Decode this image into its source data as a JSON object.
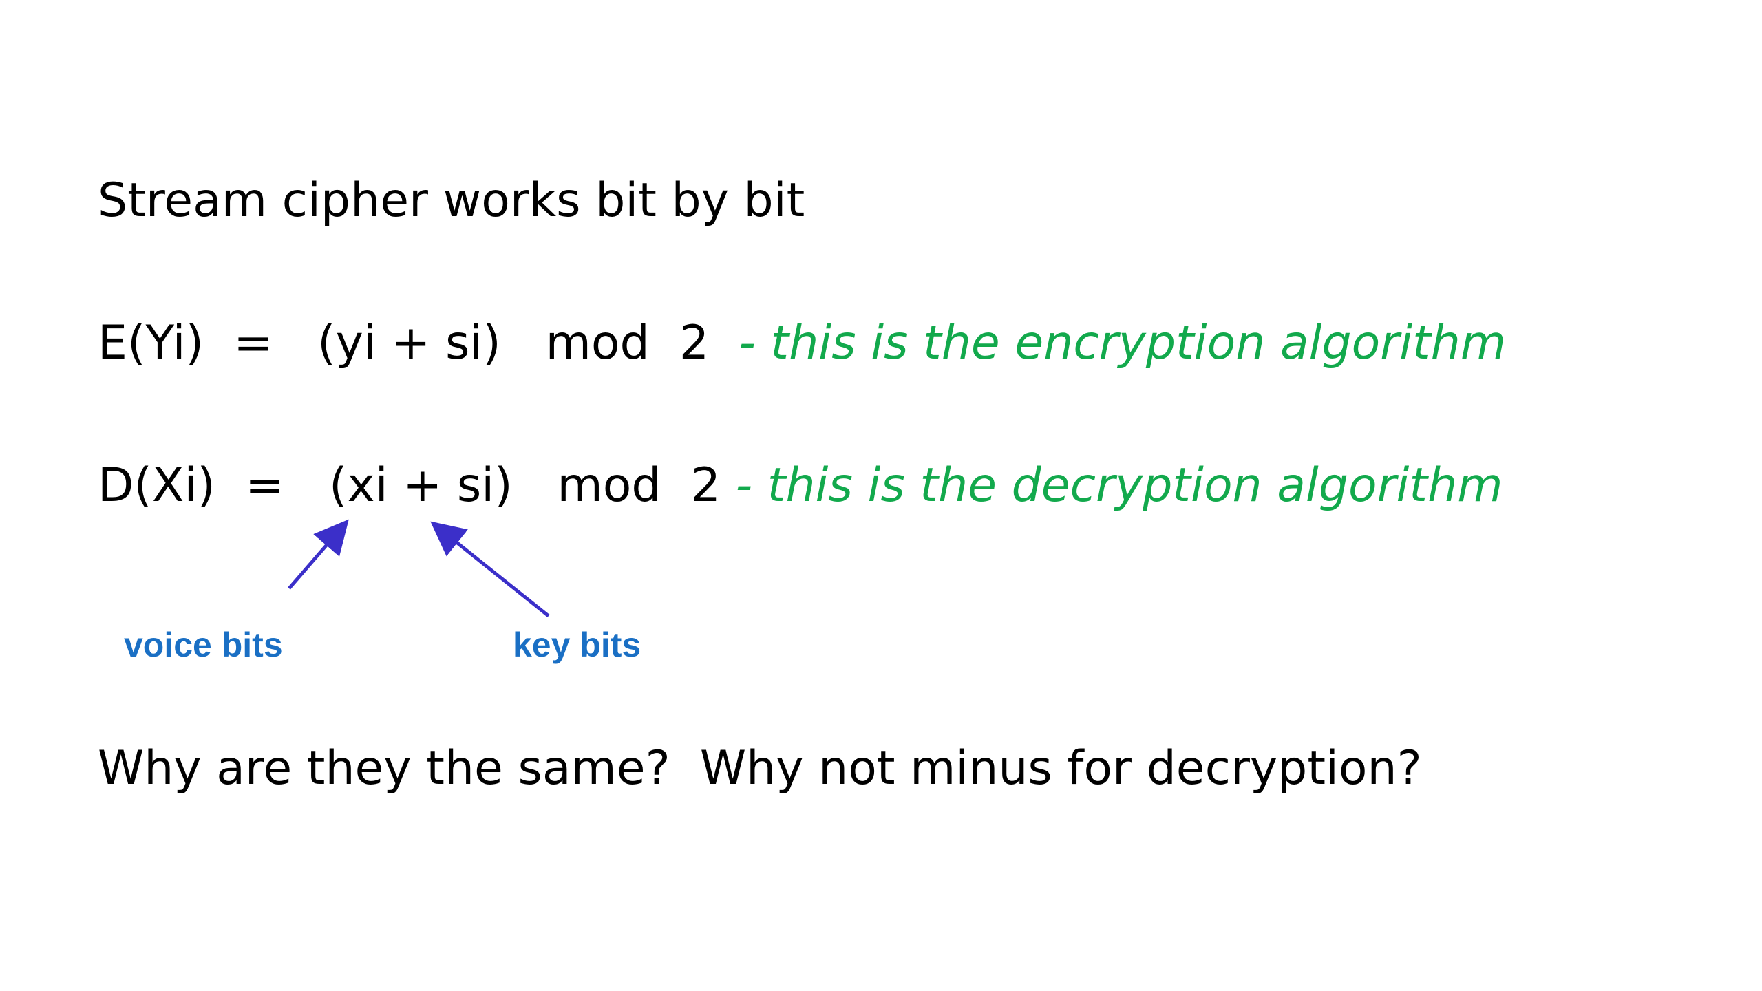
{
  "slide": {
    "heading": "Stream cipher works bit by bit",
    "encryption": {
      "formula": "E(Yi)  =   (yi + si)   mod  2  ",
      "note": "- this is the encryption algorithm"
    },
    "decryption": {
      "formula": "D(Xi)  =   (xi + si)   mod  2 ",
      "note": "- this is the decryption algorithm"
    },
    "labels": {
      "voice_bits": "voice bits",
      "key_bits": "key bits"
    },
    "question": "Why are they the same?  Why not minus for decryption?"
  },
  "colors": {
    "text": "#000000",
    "note": "#12a94c",
    "label": "#1a6fc4",
    "arrow": "#3b2fc9"
  }
}
